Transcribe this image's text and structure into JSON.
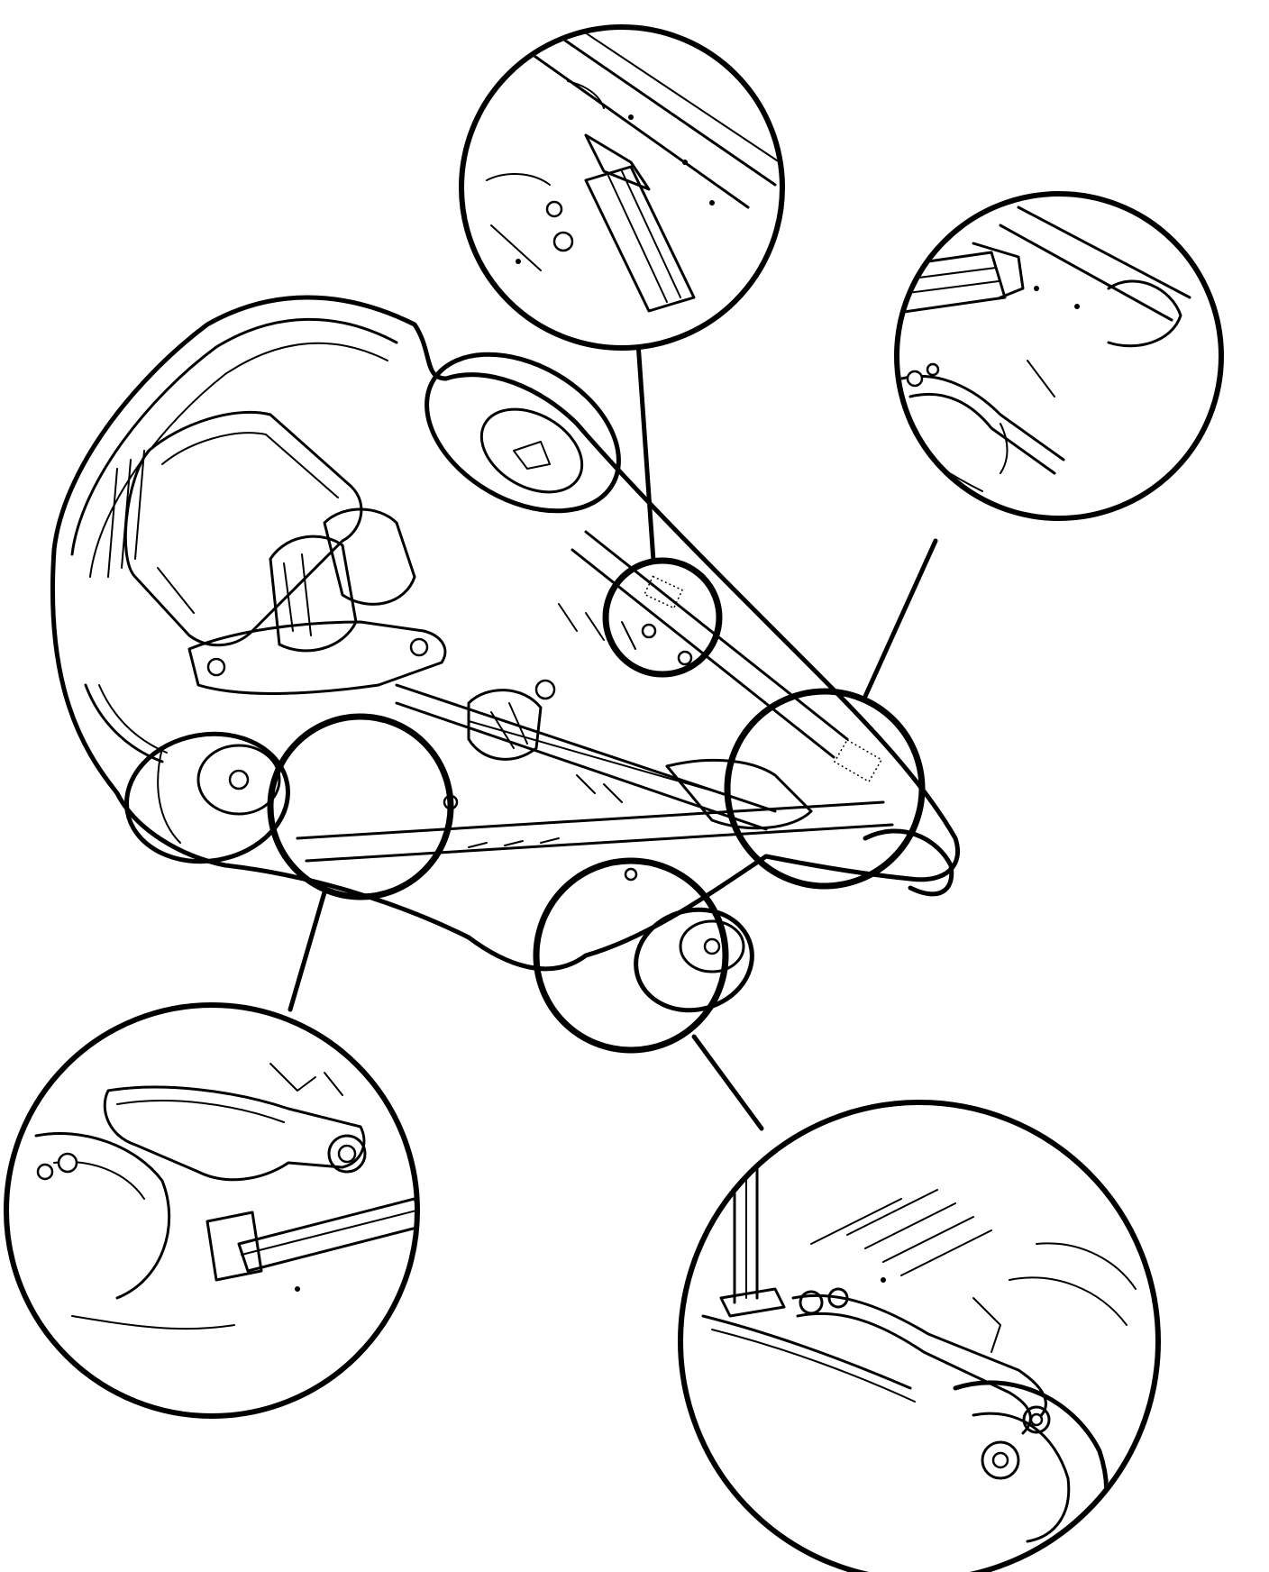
{
  "figure": {
    "subject": "vehicle-underbody-lift-points",
    "line_color": "#000000",
    "background": "#ffffff"
  },
  "callouts": [
    {
      "id": "top-center",
      "icon": "lift-point-detail-front-rocker"
    },
    {
      "id": "top-right",
      "icon": "lift-point-detail-rear-rocker"
    },
    {
      "id": "bottom-left",
      "icon": "lift-point-detail-front-crossmember"
    },
    {
      "id": "bottom-right",
      "icon": "lift-point-detail-rear-control-arm"
    }
  ]
}
